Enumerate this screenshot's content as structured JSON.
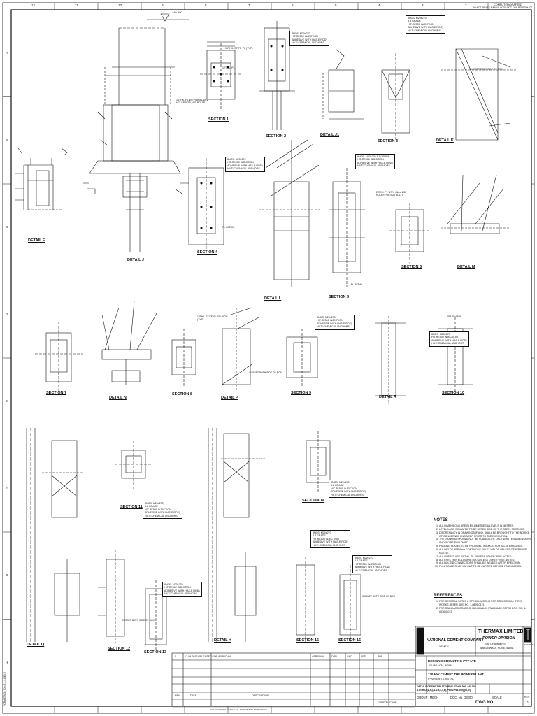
{
  "sheet": {
    "top_right_note": "COMPUTER DRAFTED",
    "top_right_note2": "DO NOT REVISE MANUALLY      DO NOT THIS REPRODUCE",
    "elevation_mark": "+46.500",
    "grid_numbers": [
      "12",
      "11",
      "10",
      "9",
      "8",
      "7",
      "6",
      "5",
      "4",
      "3",
      "2",
      "1"
    ],
    "grid_letters": [
      "A",
      "B",
      "C",
      "D",
      "E",
      "F",
      "G",
      "H"
    ],
    "side_ref": "FORMAT NO.: 300-G-4-0-REV.2"
  },
  "labels": {
    "detail_f": "DETAIL F",
    "detail_j": "DETAIL J",
    "section_1": "SECTION 1",
    "section_2": "SECTION 2",
    "detail_j1": "DETAIL J1",
    "section_3": "SECTION 3",
    "detail_k": "DETAIL K",
    "section_4": "SECTION 4",
    "detail_l": "DETAIL L",
    "section_5": "SECTION 5",
    "section_6": "SECTION 6",
    "detail_m": "DETAIL M",
    "section_7": "SECTION 7",
    "detail_n": "DETAIL N",
    "section_8": "SECTION 8",
    "detail_p": "DETAIL P",
    "section_9": "SECTION 9",
    "detail_r": "DETAIL R",
    "section_10": "SECTION 10",
    "section_11": "SECTION 11",
    "section_14": "SECTION 14",
    "detail_q": "DETAIL Q",
    "section_12": "SECTION 12",
    "section_13": "SECTION 13",
    "detail_h": "DETAIL H",
    "section_15": "SECTION 15",
    "section_16": "SECTION 16"
  },
  "anchor_box": {
    "l1": "8NOS. M20x270",
    "l2": "5.8 GRADE",
    "l3": "HIT-RE500 INJECTION",
    "l4": "ADHESIVE WITH HAS-E ROD)",
    "l5": "HILTI CHEMICAL ANCHORS"
  },
  "anchor_box_b": {
    "l1": "6NOS. M20x270 5.8 GRADE",
    "l2": "HIT-RE500 INJECTION",
    "l3": "ADHESIVE WITH HAS-E ROD)",
    "l4": "HILTI CHEMICAL ANCHORS"
  },
  "callouts": {
    "plate_10": "10THK. STIFF. PL (TYP)",
    "plate_12": "12THK. PL",
    "holes": "16THK. PL WITH 6Nos. Ø22 HOLES FOR M20 BOLTS",
    "gusset": "GUSSET BOTH SIDE OF BOX",
    "pl20": "PL 20THK.",
    "isa": "ISA 75x75x8",
    "plate_20": "20THK. PL WITH 4Nos. Ø22 HOLES FOR M20 BOLTS",
    "stiff_200": "10THK. STIFF. PL 200 HIGH (TYP)"
  },
  "notes": {
    "heading": "NOTES",
    "items": [
      "ALL DIMENSIONS ARE IN MILLIMETRES & LEVELS IN METRES.",
      "LEVELS ARE INDICATED TO BE UPPER SIDE OF THE STEEL SECTIONS.",
      "DISCREPANCY IN DRAWINGS IF ANY, SHALL BE BROUGHT TO THE NOTICE OF CONCERNED ENGINEER PRIOR TO THE EXECUTION.",
      "THE DRAWING SHOULD NOT BE SCALED OFF. ONLY WRITTEN DIMENSIONS SHOULD BE FOLLOWED.",
      "PACKING PLATES TO BE PROVIDED @800C/C FOR ALL 2L BRACINGS.",
      "ALL WELDS ARE 6mm CONTINOUS FILLET WELDS UNLESS OTHER WISE NOTED.",
      "ALL GUSSET ARE 10 THK. PL. UNLESS OTHER WISE NOTED.",
      "ALL ERECTION BOLTS ARE M20 UNLESS OTHER WISE NOTED.",
      "ALL BOLTED CONNECTIONS SHALL BE WELDED AFTER ERECTION.",
      "FULL SCALE SHOP LAYOUT TO BE CARRIED BEFORE FABRICATION."
    ]
  },
  "references": {
    "heading": "REFERENCES",
    "items": [
      "FOR GENERAL NOTES & SPECIFICATIONS FOR STRUCTURAL STEEL WORKS REFER DRG.NO. 1-0876-0171.",
      "FOR STANDARD GRATING, HANDRAILS, STAIRCASE REFER DRG. NO. 1-0876-0-013."
    ]
  },
  "title_block": {
    "company": "THERMAX LIMITED",
    "division": "POWER DIVISION",
    "addr1": "SAI CHAMBERS,",
    "addr2": "WAKDEWADI, PUNE, INDIA",
    "client": "NATIONAL CEMENT COMPANY",
    "client_loc": "YEMEN",
    "consultant": "DESIGN CONSULTING PVT LTD",
    "consultant_loc": "GURGAON, INDIA",
    "project": "120 MW CEMENT THE POWER PLANT",
    "project_sub": "(PHASE # ) 4,000TPD",
    "drawing_title": "DETAILS OF DUCT PLATFORMS AT +46.500, +49.500",
    "drawing_title2": "AT GRID (A,B),(1,2,3,4,5,6),(+60.2,+65.000) (III,IV)",
    "group": "GROUP : MECH",
    "doc": "DOC. No. D3200",
    "scale": "SCALE :",
    "dwg_no_label": "DWG.NO.",
    "rev_label": "REV.",
    "rev_value": "0",
    "rev_row": "17-09-2012 RELEASED FOR APPROVAL",
    "approval": "APPROVAL",
    "desc_header": "DESCRIPTION",
    "date_header": "DATE",
    "rev_header": "REV",
    "drawn": "DRN",
    "checked": "CHD",
    "approved": "APD",
    "rot": "0",
    "pdf": "PDF",
    "construction": "CONSTRUCTION",
    "sign_line": "DO NOT REVISE MANUALLY - DO NOT THIS REPRODUCE",
    "right_col_label": "THERMAX"
  }
}
